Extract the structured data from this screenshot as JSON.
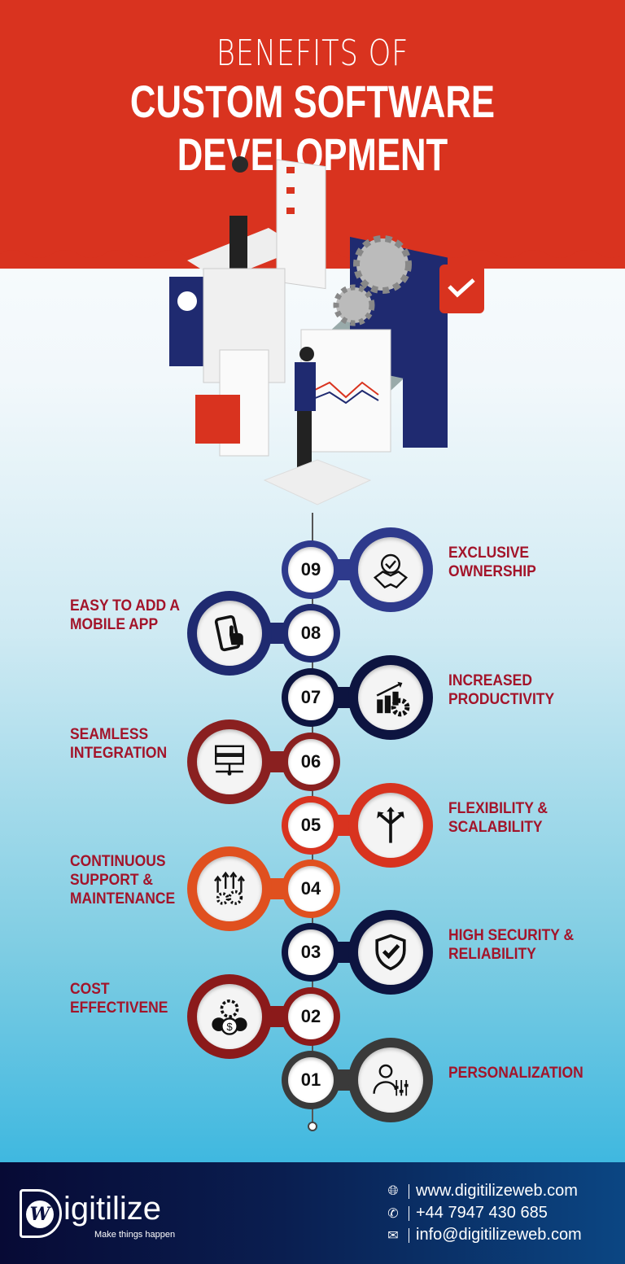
{
  "header": {
    "title_line1": "BENEFITS OF",
    "title_line2": "CUSTOM SOFTWARE DEVELOPMENT",
    "color": "#d9331f"
  },
  "benefits": [
    {
      "number": "09",
      "label": "EXCLUSIVE OWNERSHIP",
      "side": "right",
      "icon": "handshake-check-icon",
      "color": "#2e3a8c"
    },
    {
      "number": "08",
      "label": "EASY TO ADD A MOBILE APP",
      "side": "left",
      "icon": "mobile-touch-icon",
      "color": "#1f2a70"
    },
    {
      "number": "07",
      "label": "INCREASED PRODUCTIVITY",
      "side": "right",
      "icon": "growth-chart-gear-icon",
      "color": "#0d1440"
    },
    {
      "number": "06",
      "label": "SEAMLESS INTEGRATION",
      "side": "left",
      "icon": "server-network-icon",
      "color": "#8a2020"
    },
    {
      "number": "05",
      "label": "FLEXIBILITY & SCALABILITY",
      "side": "right",
      "icon": "split-arrows-icon",
      "color": "#d8331f"
    },
    {
      "number": "04",
      "label": "CONTINUOUS SUPPORT & MAINTENANCE",
      "side": "left",
      "icon": "gears-arrows-up-icon",
      "color": "#e0501f"
    },
    {
      "number": "03",
      "label": "HIGH SECURITY & RELIABILITY",
      "side": "right",
      "icon": "shield-check-icon",
      "color": "#0d1440"
    },
    {
      "number": "02",
      "label": "COST EFFECTIVENE",
      "side": "left",
      "icon": "coins-gear-icon",
      "color": "#8b1a1a"
    },
    {
      "number": "01",
      "label": "PERSONALIZATION",
      "side": "right",
      "icon": "user-sliders-icon",
      "color": "#3a3a3a"
    }
  ],
  "footer": {
    "brand": "igitilize",
    "brand_logo_letter": "W",
    "tagline": "Make things happen",
    "website": "www.digitilizeweb.com",
    "phone": "+44 7947 430 685",
    "email": "info@digitilizeweb.com"
  }
}
